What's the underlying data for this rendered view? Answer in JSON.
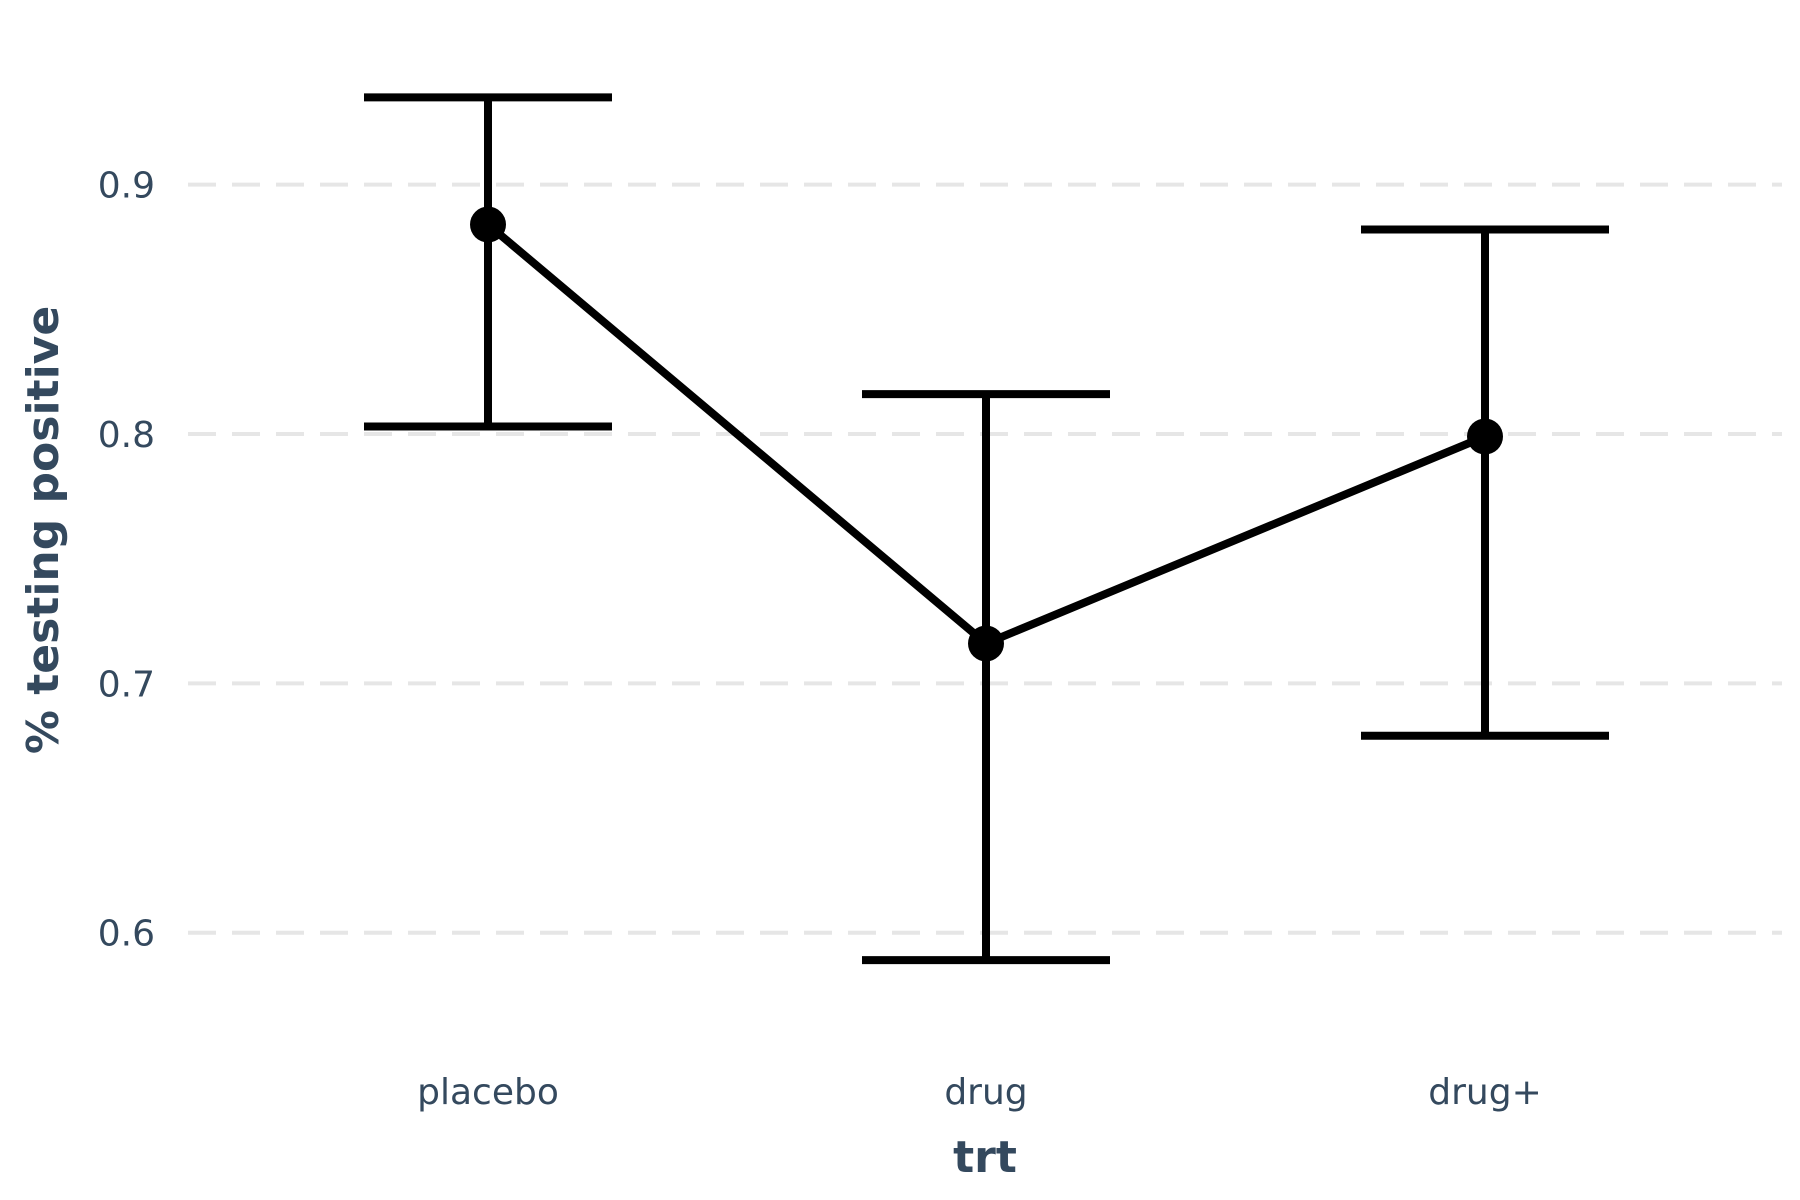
{
  "chart_data": {
    "type": "line",
    "xlabel": "trt",
    "ylabel": "% testing positive",
    "categories": [
      "placebo",
      "drug",
      "drug+"
    ],
    "series": [
      {
        "values": [
          0.884,
          0.716,
          0.799
        ],
        "lower": [
          0.803,
          0.589,
          0.679
        ],
        "upper": [
          0.935,
          0.816,
          0.882
        ]
      }
    ],
    "ylim": [
      0.569,
      0.954
    ],
    "yticks": [
      0.6,
      0.7,
      0.8,
      0.9
    ],
    "ytick_labels": [
      "0.6",
      "0.7",
      "0.8",
      "0.9"
    ],
    "grid": "horizontal-dashed",
    "legend": "none",
    "colors": {
      "series": "#000000",
      "text": "#34495e",
      "grid": "#e6e6e6"
    }
  }
}
